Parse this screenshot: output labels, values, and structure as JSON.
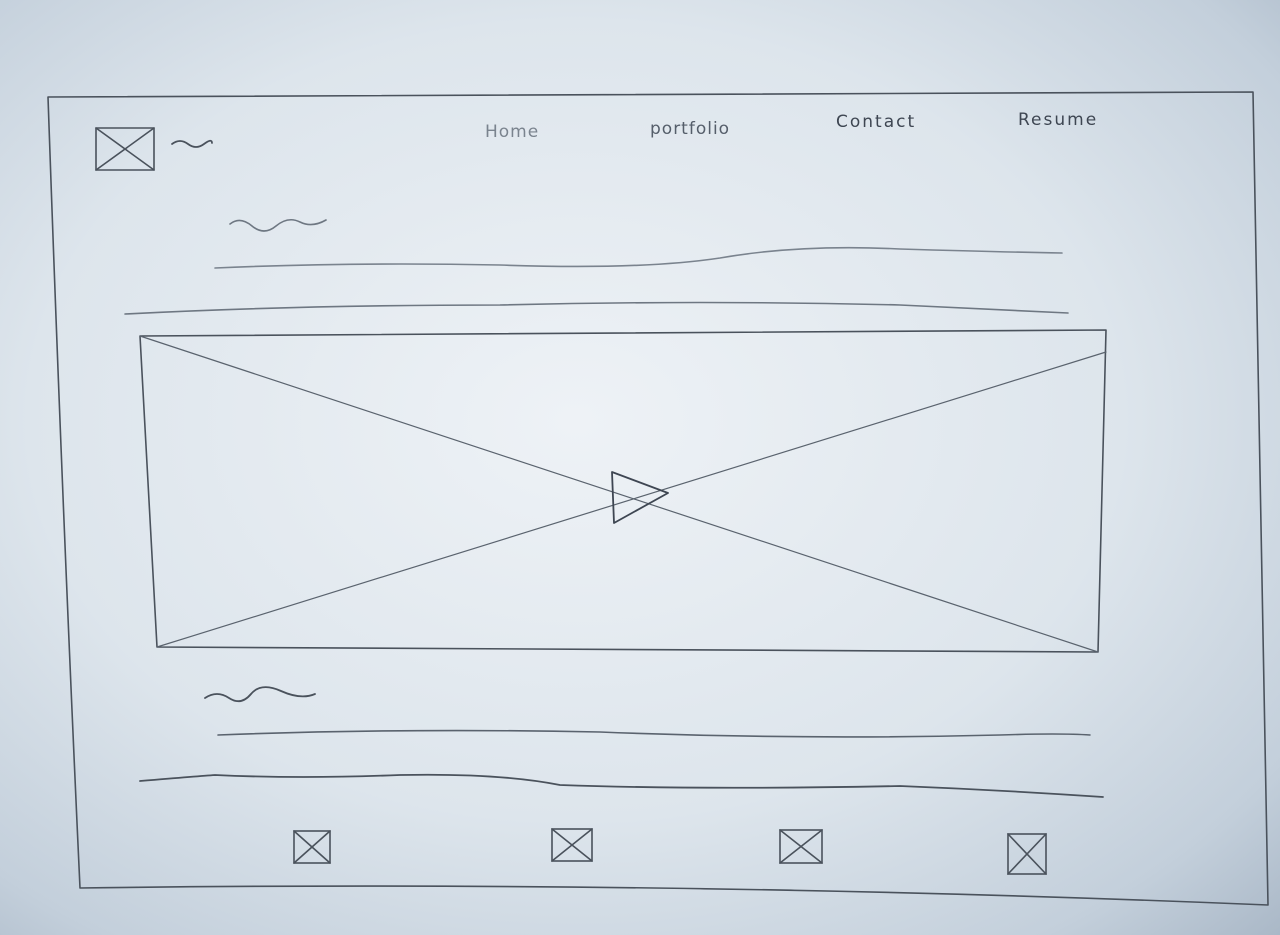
{
  "nav": {
    "items": [
      {
        "label": "Home"
      },
      {
        "label": "portfolio"
      },
      {
        "label": "Contact"
      },
      {
        "label": "Resume"
      }
    ]
  },
  "icons": {
    "logo": "image-placeholder-icon",
    "video": "play-icon",
    "footer": [
      "image-placeholder-icon",
      "image-placeholder-icon",
      "image-placeholder-icon",
      "image-placeholder-icon"
    ]
  },
  "colors": {
    "pencil": "#4a525c",
    "pencil_light": "#8a939d"
  }
}
